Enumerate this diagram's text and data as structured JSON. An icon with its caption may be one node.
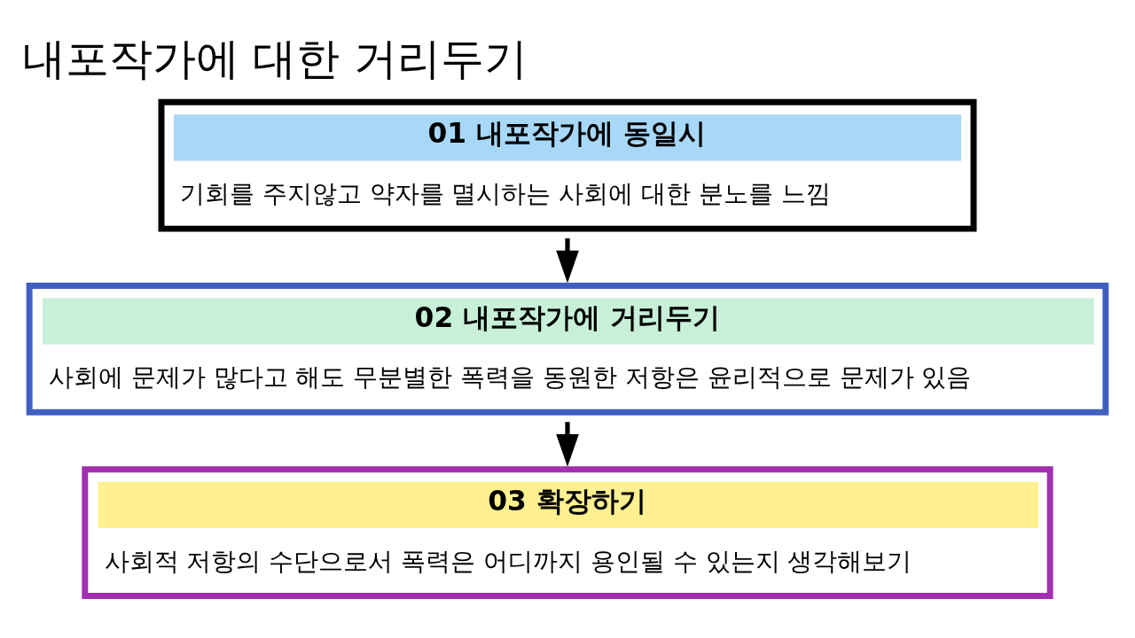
{
  "diagram": {
    "title": "내포작가에 대한 거리두기",
    "nodes": [
      {
        "text": [
          "01 내포작가에 동일시",
          "기회를 주지않고 약자를 멸시하는 사회에 대한 분노를 느낌"
        ]
      },
      {
        "text": [
          "02 내포작가에 거리두기",
          "사회에 문제가 많다고 해도 무분별한 폭력을 동원한 저항은 윤리적으로 문제가 있음"
        ]
      },
      {
        "text": [
          "03 확장하기",
          "사회적 저항의 수단으로서 폭력은 어디까지 용인될 수 있는지 생각해보기"
        ]
      }
    ],
    "edges": [
      {
        "from": 0,
        "to": 1,
        "arrow": "to"
      },
      {
        "from": 1,
        "to": 2,
        "arrow": "to"
      }
    ]
  }
}
